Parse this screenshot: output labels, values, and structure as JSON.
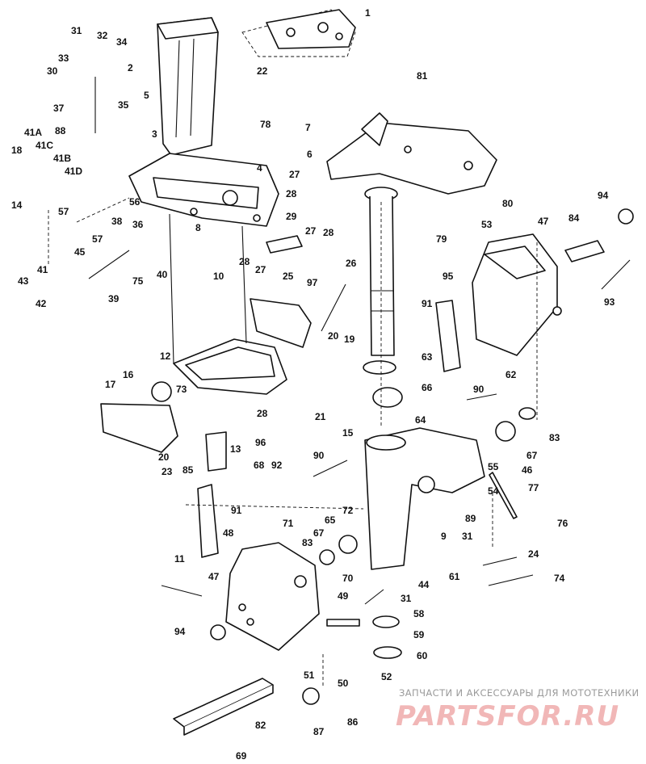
{
  "diagram": {
    "callouts": [
      "1",
      "2",
      "3",
      "4",
      "5",
      "6",
      "7",
      "8",
      "9",
      "10",
      "11",
      "12",
      "13",
      "14",
      "15",
      "16",
      "17",
      "18",
      "19",
      "20",
      "21",
      "22",
      "23",
      "24",
      "25",
      "26",
      "27",
      "28",
      "29",
      "30",
      "31",
      "32",
      "33",
      "34",
      "35",
      "36",
      "37",
      "38",
      "39",
      "40",
      "41",
      "41A",
      "41B",
      "41C",
      "41D",
      "42",
      "43",
      "44",
      "45",
      "46",
      "47",
      "48",
      "49",
      "50",
      "51",
      "52",
      "53",
      "54",
      "55",
      "56",
      "57",
      "58",
      "59",
      "60",
      "61",
      "62",
      "63",
      "64",
      "65",
      "66",
      "67",
      "68",
      "69",
      "70",
      "71",
      "72",
      "73",
      "74",
      "75",
      "76",
      "77",
      "78",
      "79",
      "80",
      "81",
      "82",
      "83",
      "84",
      "85",
      "86",
      "87",
      "88",
      "89",
      "90",
      "91",
      "92",
      "93",
      "94",
      "95",
      "96",
      "97"
    ]
  },
  "watermark": {
    "tagline": "ЗАПЧАСТИ И АКСЕССУАРЫ ДЛЯ МОТОТЕХНИКИ",
    "logo": "PARTSFOR.RU",
    "color": "#f1b7b7"
  }
}
